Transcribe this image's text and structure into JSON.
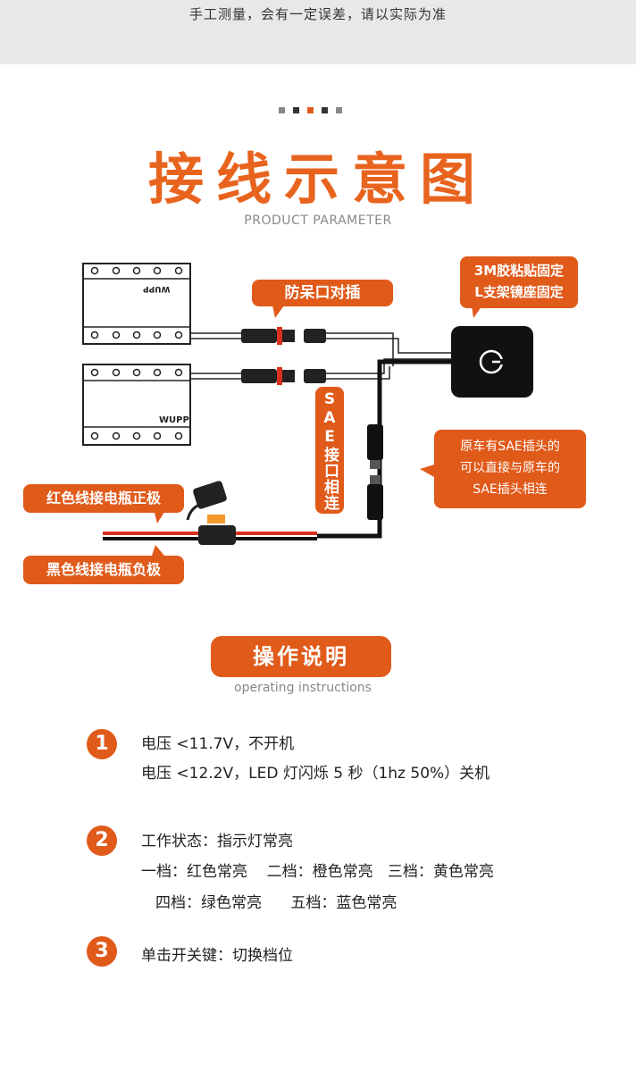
{
  "top_note": "手工测量，会有一定误差，请以实际为准",
  "colors": {
    "accent": "#e05a1a",
    "title": "#e8641e",
    "dot_gray": "#888888",
    "dot_dark": "#333333"
  },
  "title": "接线示意图",
  "subtitle": "PRODUCT PARAMETER",
  "diagram": {
    "callout_connector": "防呆口对插",
    "callout_mount_line1": "3M胶粘贴固定",
    "callout_mount_line2": "L支架镜座固定",
    "callout_sae_vertical": "SAE接口相连",
    "callout_sae_note_line1": "原车有SAE插头的",
    "callout_sae_note_line2": "可以直接与原车的",
    "callout_sae_note_line3": "SAE插头相连",
    "callout_red": "红色线接电瓶正极",
    "callout_black": "黑色线接电瓶负极",
    "brand_top": "WUPP",
    "brand_bottom": "WUPP",
    "switch_icon": "power-icon"
  },
  "section": {
    "title": "操作说明",
    "subtitle": "operating instructions"
  },
  "steps": [
    {
      "num": "1",
      "lines": [
        "电压 <11.7V，不开机",
        "电压 <12.2V，LED 灯闪烁 5 秒（1hz 50%）关机"
      ]
    },
    {
      "num": "2",
      "lines": [
        "工作状态：指示灯常亮",
        "一档：红色常亮    二档：橙色常亮   三档：黄色常亮",
        "四档：绿色常亮      五档：蓝色常亮"
      ]
    },
    {
      "num": "3",
      "lines": [
        "单击开关键：切换档位"
      ]
    }
  ]
}
